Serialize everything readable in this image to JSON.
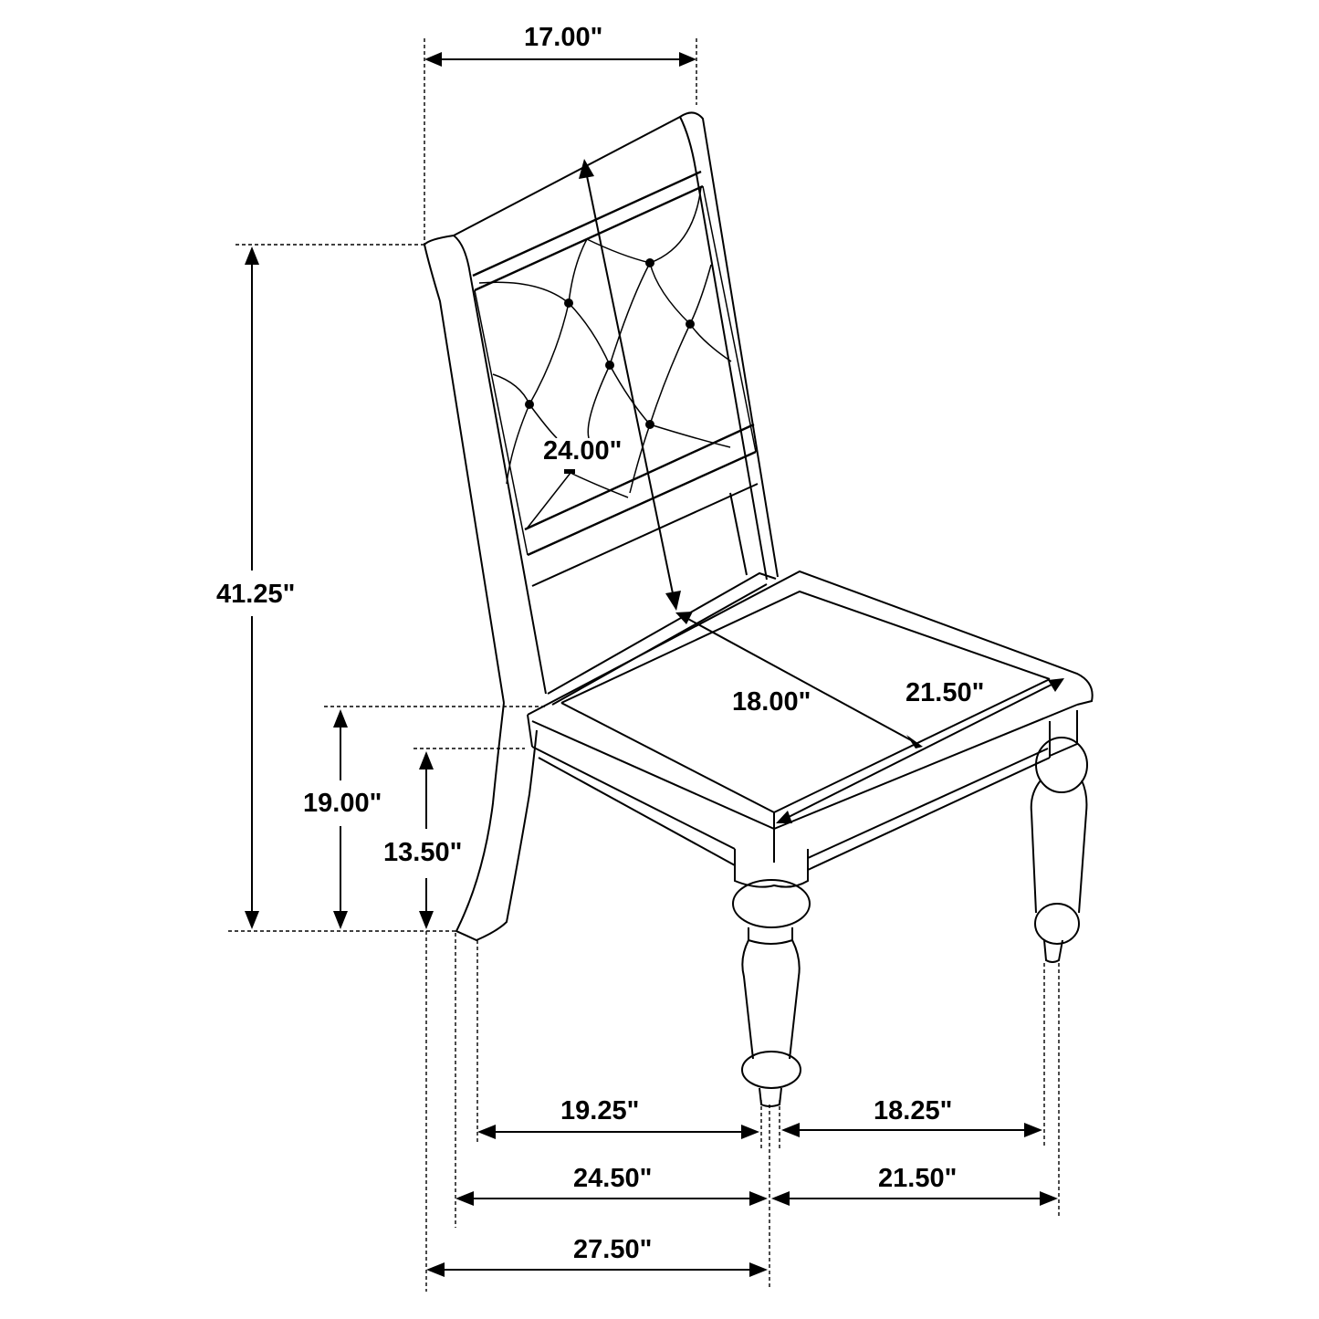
{
  "diagram": {
    "subject": "Dining side chair with tufted upholstered back and turned legs",
    "line_color": "#000000",
    "background": "#ffffff",
    "dimensions": {
      "back_width": "17.00\"",
      "overall_height": "41.25\"",
      "seat_height": "19.00\"",
      "apron_height": "13.50\"",
      "back_height": "24.00\"",
      "seat_depth": "18.00\"",
      "seat_width": "21.50\"",
      "leg_span_side_inner": "19.25\"",
      "leg_span_front_inner": "18.25\"",
      "overall_depth_legs": "24.50\"",
      "overall_width": "21.50\"",
      "overall_depth": "27.50\""
    }
  }
}
